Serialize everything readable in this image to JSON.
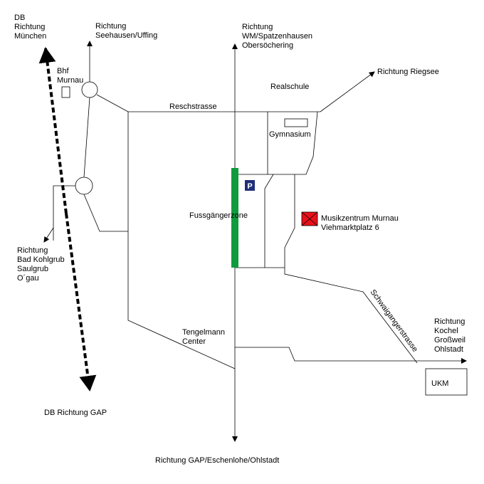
{
  "labels": {
    "db_muenchen": [
      "DB",
      "Richtung",
      "München"
    ],
    "seehausen": [
      "Richtung",
      "Seehausen/Uffing"
    ],
    "wm": [
      "Richtung",
      "WM/Spatzenhausen",
      "Obersöchering"
    ],
    "bhf": [
      "Bhf",
      "Murnau"
    ],
    "realschule": "Realschule",
    "riegsee": "Richtung Riegsee",
    "reschstrasse": "Reschstrasse",
    "gymnasium": "Gymnasium",
    "parking": "P",
    "fussgaengerzone": "Fussgängerzone",
    "musikzentrum": [
      "Musikzentrum Murnau",
      "Viehmarktplatz 6"
    ],
    "kohlgrub": [
      "Richtung",
      "Bad Kohlgrub",
      "Saulgrub",
      "O´gau"
    ],
    "schwaiganger": "Schwaigangerstrasse",
    "tengelmann": [
      "Tengelmann",
      "Center"
    ],
    "kochel": [
      "Richtung",
      "Kochel",
      "Großweil",
      "Ohlstadt"
    ],
    "ukm": "UKM",
    "db_gap": "DB Richtung GAP",
    "gap": "Richtung GAP/Eschenlohe/Ohlstadt"
  },
  "colors": {
    "pedestrian_zone": "#0f9a3e",
    "parking_badge": "#1f2f7a",
    "music_center": "#e8101a"
  }
}
